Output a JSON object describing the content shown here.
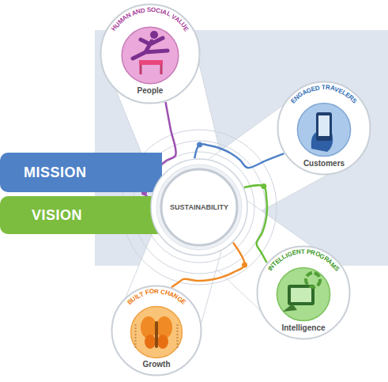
{
  "diagram": {
    "nodes": [
      {
        "text": [
          "HUMAN AND SOCIAL VALUE",
          "People"
        ]
      },
      {
        "text": [
          "ENGAGED TRAVELERS",
          "Customers"
        ]
      },
      {
        "text": [
          "MISSION"
        ]
      },
      {
        "text": [
          "SUSTAINABILITY"
        ]
      },
      {
        "text": [
          "VISION"
        ]
      },
      {
        "text": [
          "INTELLIGENT PROGRAMS",
          "Intelligence"
        ]
      },
      {
        "text": [
          "BUILT FOR CHANGE",
          "Growth"
        ]
      }
    ],
    "edges": [
      {
        "from": 3,
        "to": 0,
        "arrow": "none"
      },
      {
        "from": 3,
        "to": 1,
        "arrow": "none"
      },
      {
        "from": 3,
        "to": 5,
        "arrow": "none"
      },
      {
        "from": 3,
        "to": 6,
        "arrow": "none"
      }
    ]
  }
}
